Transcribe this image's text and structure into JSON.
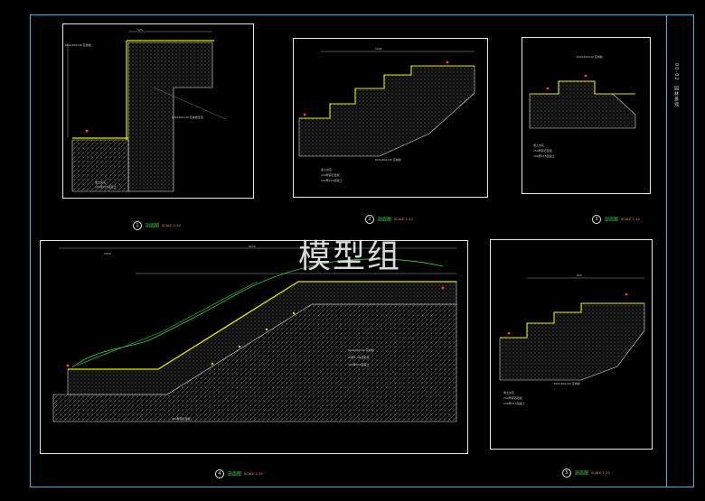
{
  "watermark": "模型组",
  "title_block": {
    "line1": "00-02",
    "line2": "园林景观"
  },
  "details": [
    {
      "num": "1",
      "title": "剖面图",
      "scale": "SCALE 1:10"
    },
    {
      "num": "2",
      "title": "剖面图",
      "scale": "SCALE 1:10"
    },
    {
      "num": "3",
      "title": "剖面图",
      "scale": "SCALE 1:10"
    },
    {
      "num": "4",
      "title": "剖面图",
      "scale": "SCALE 1:30"
    },
    {
      "num": "5",
      "title": "剖面图",
      "scale": "SCALE 1:20"
    }
  ],
  "colors": {
    "frame": "#2fb7e6",
    "line": "#e8e8e8",
    "yellow": "#e6e600",
    "green": "#37d13a",
    "red": "#ff3b3b",
    "orange": "#ff9933"
  }
}
